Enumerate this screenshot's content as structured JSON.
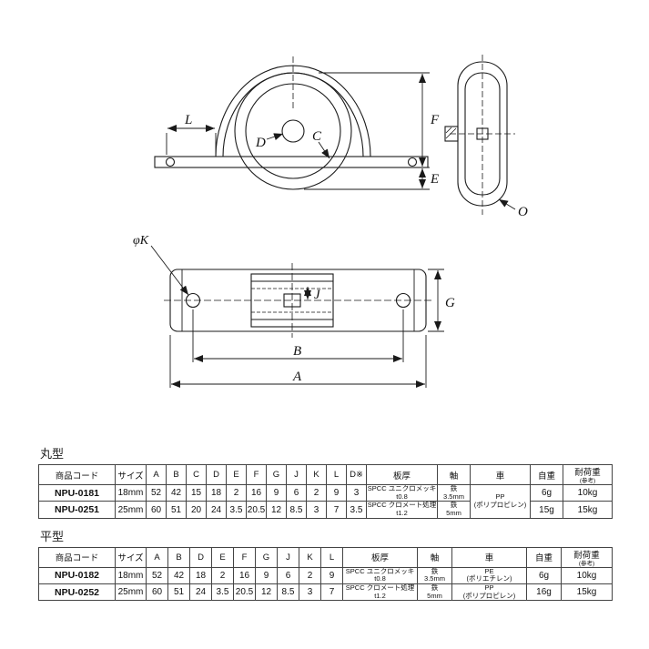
{
  "drawing": {
    "front": {
      "L": "L",
      "D": "D",
      "C": "C",
      "F": "F",
      "E": "E"
    },
    "side": {
      "O": "O"
    },
    "plan": {
      "K": "φK",
      "J": "J",
      "G": "G",
      "B": "B",
      "A": "A"
    }
  },
  "round": {
    "title": "丸型",
    "headers": {
      "code": "商品コード",
      "size": "サイズ",
      "A": "A",
      "B": "B",
      "C": "C",
      "D": "D",
      "E": "E",
      "F": "F",
      "G": "G",
      "J": "J",
      "K": "K",
      "L": "L",
      "D2": "D※",
      "plate": "板厚",
      "shaft": "軸",
      "wheel": "車",
      "weight": "自重",
      "load": "耐荷重",
      "load_note": "(参考)"
    },
    "rows": [
      {
        "code": "NPU-0181",
        "size": "18mm",
        "A": "52",
        "B": "42",
        "C": "15",
        "D": "18",
        "E": "2",
        "F": "16",
        "G": "9",
        "J": "6",
        "K": "2",
        "L": "9",
        "D2": "3",
        "plate1": "SPCC ユニクロメッキ",
        "plate2": "t0.8",
        "shaft1": "鉄",
        "shaft2": "3.5mm",
        "weight": "6g",
        "load": "10kg"
      },
      {
        "code": "NPU-0251",
        "size": "25mm",
        "A": "60",
        "B": "51",
        "C": "20",
        "D": "24",
        "E": "3.5",
        "F": "20.5",
        "G": "12",
        "J": "8.5",
        "K": "3",
        "L": "7",
        "D2": "3.5",
        "plate1": "SPCC クロメート処理",
        "plate2": "t1.2",
        "shaft1": "鉄",
        "shaft2": "5mm",
        "weight": "15g",
        "load": "15kg"
      }
    ],
    "wheel1": "PP",
    "wheel2": "(ポリプロピレン)"
  },
  "flat": {
    "title": "平型",
    "headers": {
      "code": "商品コード",
      "size": "サイズ",
      "A": "A",
      "B": "B",
      "D": "D",
      "E": "E",
      "F": "F",
      "G": "G",
      "J": "J",
      "K": "K",
      "L": "L",
      "plate": "板厚",
      "shaft": "軸",
      "wheel": "車",
      "weight": "自重",
      "load": "耐荷重",
      "load_note": "(参考)"
    },
    "rows": [
      {
        "code": "NPU-0182",
        "size": "18mm",
        "A": "52",
        "B": "42",
        "D": "18",
        "E": "2",
        "F": "16",
        "G": "9",
        "J": "6",
        "K": "2",
        "L": "9",
        "plate1": "SPCC ユニクロメッキ",
        "plate2": "t0.8",
        "shaft1": "鉄",
        "shaft2": "3.5mm",
        "wheel1": "PE",
        "wheel2": "(ポリエチレン)",
        "weight": "6g",
        "load": "10kg"
      },
      {
        "code": "NPU-0252",
        "size": "25mm",
        "A": "60",
        "B": "51",
        "D": "24",
        "E": "3.5",
        "F": "20.5",
        "G": "12",
        "J": "8.5",
        "K": "3",
        "L": "7",
        "plate1": "SPCC クロメート処理",
        "plate2": "t1.2",
        "shaft1": "鉄",
        "shaft2": "5mm",
        "wheel1": "PP",
        "wheel2": "(ポリプロピレン)",
        "weight": "16g",
        "load": "15kg"
      }
    ]
  }
}
